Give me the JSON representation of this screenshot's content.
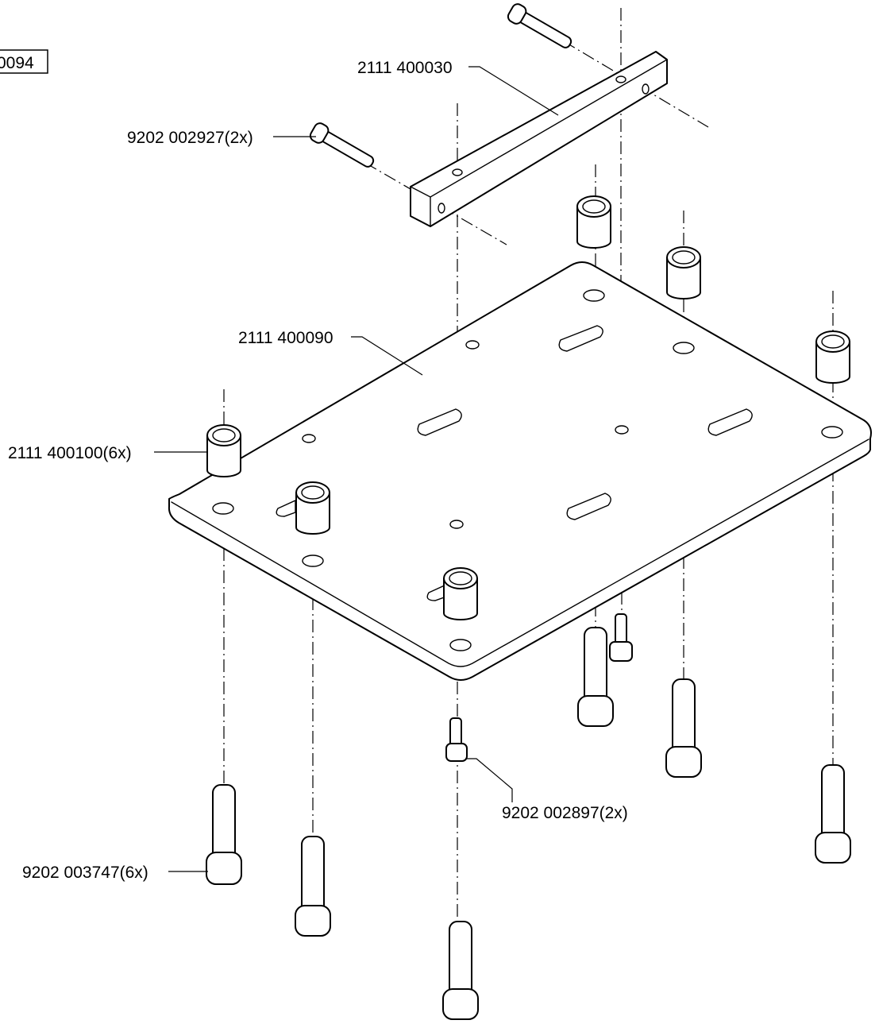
{
  "drawing": {
    "sheet_id": "0094",
    "part_labels": {
      "bar": "2111 400030",
      "bar_screws": "9202 002927(2x)",
      "base_plate": "2111 400090",
      "spacers": "2111 400100(6x)",
      "small_screws": "9202 002897(2x)",
      "long_screws": "9202 003747(6x)"
    }
  }
}
